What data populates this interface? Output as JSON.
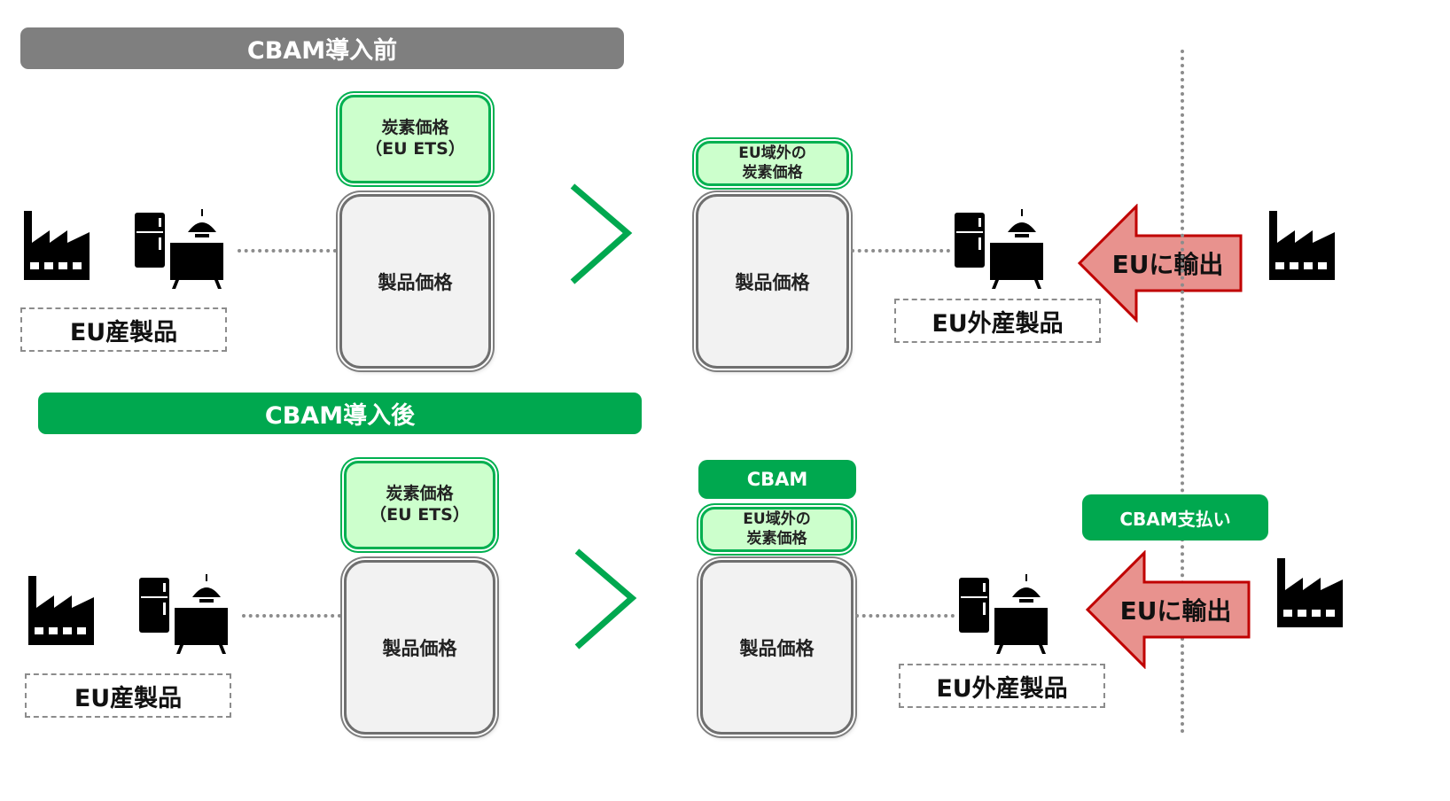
{
  "before": {
    "banner": "CBAM導入前",
    "eu_carbon_price": "炭素価格\n（EU ETS）",
    "eu_product_price": "製品価格",
    "non_eu_carbon_price": "EU域外の\n炭素価格",
    "non_eu_product_price": "製品価格",
    "eu_product_label": "EU産製品",
    "non_eu_product_label": "EU外産製品",
    "export_arrow": "EUに輸出"
  },
  "after": {
    "banner": "CBAM導入後",
    "eu_carbon_price": "炭素価格\n（EU ETS）",
    "eu_product_price": "製品価格",
    "cbam": "CBAM",
    "non_eu_carbon_price": "EU域外の\n炭素価格",
    "non_eu_product_price": "製品価格",
    "eu_product_label": "EU産製品",
    "non_eu_product_label": "EU外産製品",
    "cbam_payment": "CBAM支払い",
    "export_arrow": "EUに輸出"
  },
  "colors": {
    "green": "#00a84f",
    "light_green": "#ccffcc",
    "gray_banner": "#7f7f7f",
    "arrow_fill": "#e8928e",
    "arrow_stroke": "#c00000"
  },
  "icons": [
    "factory-icon",
    "fridge-icon",
    "lamp-icon",
    "tv-icon",
    "greater-than-icon",
    "export-arrow-icon"
  ]
}
